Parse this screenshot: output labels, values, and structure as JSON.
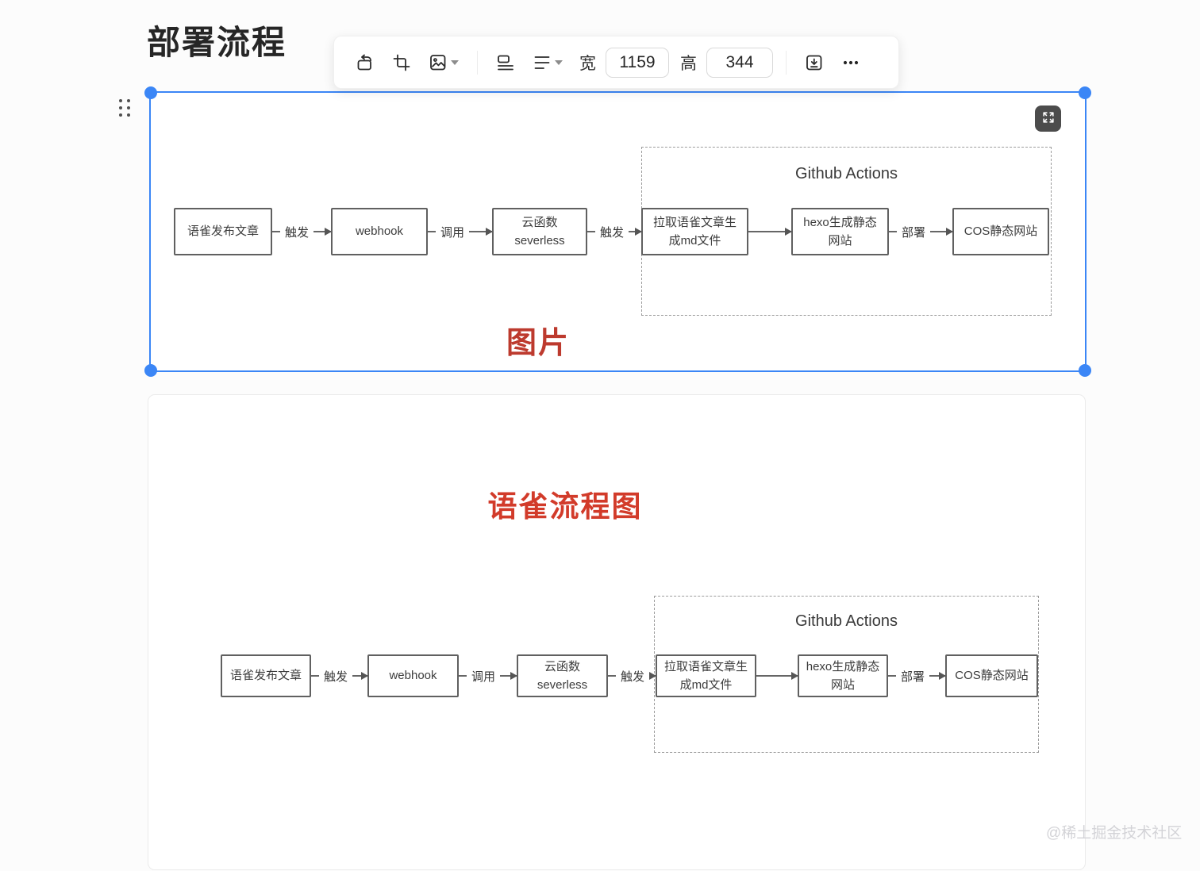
{
  "title": "部署流程",
  "toolbar": {
    "width_label": "宽",
    "width_value": "1159",
    "height_label": "高",
    "height_value": "344"
  },
  "colors": {
    "selection_accent": "#3b86f6",
    "caption_red": "#bd3a2e",
    "chart_title_red": "#d23b2a"
  },
  "image_block": {
    "caption": "图片"
  },
  "card2": {
    "title": "语雀流程图"
  },
  "flowchart": {
    "group_label": "Github Actions",
    "nodes": [
      {
        "id": "yuque-publish",
        "lines": [
          "语雀发布文章"
        ]
      },
      {
        "id": "webhook",
        "lines": [
          "webhook"
        ]
      },
      {
        "id": "cloud-function",
        "lines": [
          "云函数",
          "severless"
        ]
      },
      {
        "id": "pull-articles",
        "lines": [
          "拉取语雀文章生",
          "成md文件"
        ]
      },
      {
        "id": "hexo-generate",
        "lines": [
          "hexo生成静态",
          "网站"
        ]
      },
      {
        "id": "cos-site",
        "lines": [
          "COS静态网站"
        ]
      }
    ],
    "edge_labels": [
      "触发",
      "调用",
      "触发",
      "",
      "部署"
    ]
  },
  "watermark": "@稀土掘金技术社区"
}
